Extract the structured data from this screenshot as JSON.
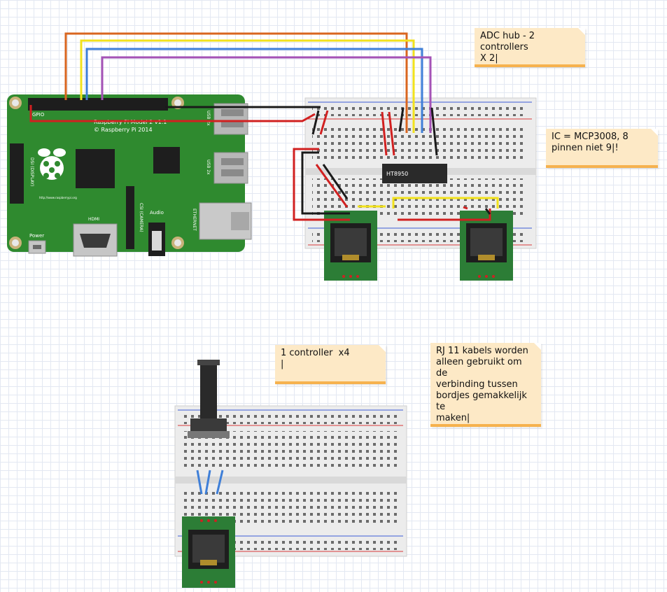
{
  "notes": {
    "adc_hub": "ADC hub - 2 controllers\nX 2|",
    "ic_info": "IC = MCP3008, 8\npinnen niet 9|!",
    "controller": "1 controller  x4\n|",
    "rj11": "RJ 11 kabels worden\nalleen gebruikt om de\nverbinding tussen\nbordjes gemakkelijk te\nmaken|"
  },
  "pi": {
    "model": "Raspberry Pi Model 2 v1.1",
    "copyright": "© Raspberry Pi 2014",
    "gpio": "GPIO",
    "usb_top": "USB 2x",
    "usb_bottom": "USB 2x",
    "ethernet": "ETHERNET",
    "hdmi": "HDMI",
    "csi": "CSI (CAMERA)",
    "dsi": "DSI (DISPLAY)",
    "audio": "Audio",
    "power": "Power",
    "url": "http://www.raspberrypi.org"
  },
  "chip": {
    "label": "HT8950"
  },
  "colors": {
    "pcb": "#2f8a2f",
    "wire_orange": "#d9661f",
    "wire_yellow": "#f2e21c",
    "wire_blue": "#3f7fd8",
    "wire_purple": "#a452b6",
    "wire_red": "#d12020",
    "wire_black": "#1a1a1a",
    "note_bg": "#fde9c6",
    "note_edge": "#f6b24e"
  }
}
